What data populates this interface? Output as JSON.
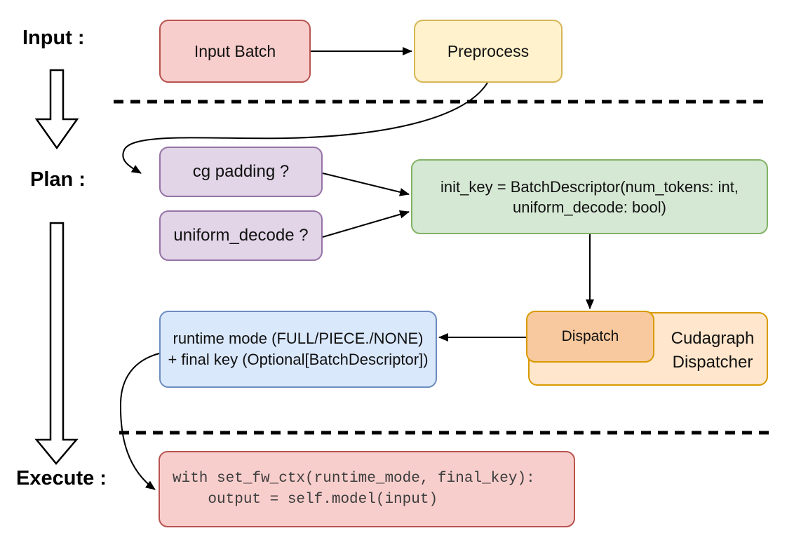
{
  "stage_labels": {
    "input": "Input :",
    "plan": "Plan :",
    "execute": "Execute :"
  },
  "nodes": {
    "input_batch": {
      "label": "Input Batch"
    },
    "preprocess": {
      "label": "Preprocess"
    },
    "cg_padding": {
      "label": "cg padding ?"
    },
    "uniform_decode": {
      "label": "uniform_decode ?"
    },
    "init_key": {
      "line1": "init_key = BatchDescriptor(num_tokens: int,",
      "line2": "uniform_decode: bool)"
    },
    "dispatch": {
      "label": "Dispatch"
    },
    "cudagraph_dispatcher": {
      "line1": "Cudagraph",
      "line2": "Dispatcher"
    },
    "runtime_key": {
      "line1": "runtime mode (FULL/PIECE./NONE)",
      "line2": "+ final key (Optional[BatchDescriptor])"
    },
    "execute_code": {
      "line1": "with set_fw_ctx(runtime_mode, final_key):",
      "line2": "    output = self.model(input)"
    }
  },
  "colors": {
    "red_fill": "#f8cecc",
    "red_stroke": "#b85450",
    "yellow_fill": "#fff2cc",
    "yellow_stroke": "#d6b656",
    "purple_fill": "#e1d5e7",
    "purple_stroke": "#9673a6",
    "green_fill": "#d5e8d4",
    "green_stroke": "#82b366",
    "blue_fill": "#dae8fc",
    "blue_stroke": "#6c8ebf",
    "orange_fill": "#ffe6cc",
    "orange_inner_fill": "#f8c99e",
    "orange_stroke": "#d79b00",
    "connector": "#000000"
  }
}
